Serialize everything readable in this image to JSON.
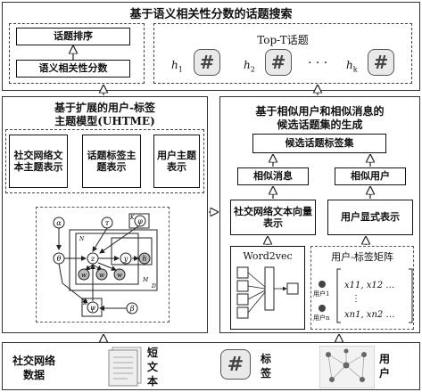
{
  "top": {
    "title": "基于语义相关性分数的话题搜索",
    "topic_rank": "话题排序",
    "semantic_score": "语义相关性分数",
    "topt_title": "Top-T话题",
    "h1": "h",
    "h1_sub": "1",
    "h2": "h",
    "h2_sub": "2",
    "hk": "h",
    "hk_sub": "k",
    "dots": "· · ·",
    "hash": "#"
  },
  "left": {
    "title_line1": "基于扩展的用户-标签",
    "title_line2": "主题模型(UHTME)",
    "box1": "社交网络文本主题表示",
    "box2": "话题标签主题表示",
    "box3": "用户主题表示",
    "model_labels": {
      "alpha": "α",
      "tau": "τ",
      "phi": "φ",
      "theta": "θ",
      "z": "z",
      "y": "y",
      "w": "w",
      "h": "h",
      "ws1": "w",
      "ws2": "w",
      "u": "u",
      "psi": "ψ",
      "beta": "β",
      "Nd": "N",
      "M": "M",
      "D": "D",
      "K1": "K",
      "K2": "K"
    }
  },
  "right": {
    "title_line1": "基于相似用户和相似消息的",
    "title_line2": "候选话题集的生成",
    "candidate": "候选话题标签集",
    "similar_msg": "相似消息",
    "similar_user": "相似用户",
    "text_vec": "社交网络文本向量表示",
    "user_rep": "用户显式表示",
    "word2vec": "Word2vec",
    "matrix_title": "用户-标签矩阵",
    "user1": "用户1",
    "usern": "用户n",
    "x11": "x11, x12",
    "xn1": "xn1, xn2",
    "m_dots1": "…",
    "m_dots2": "⋮",
    "m_dots3": "…"
  },
  "bottom": {
    "data_label_line1": "社交网络",
    "data_label_line2": "数据",
    "short_text": "短文本",
    "tag": "标签",
    "user": "用户",
    "hash": "#"
  }
}
